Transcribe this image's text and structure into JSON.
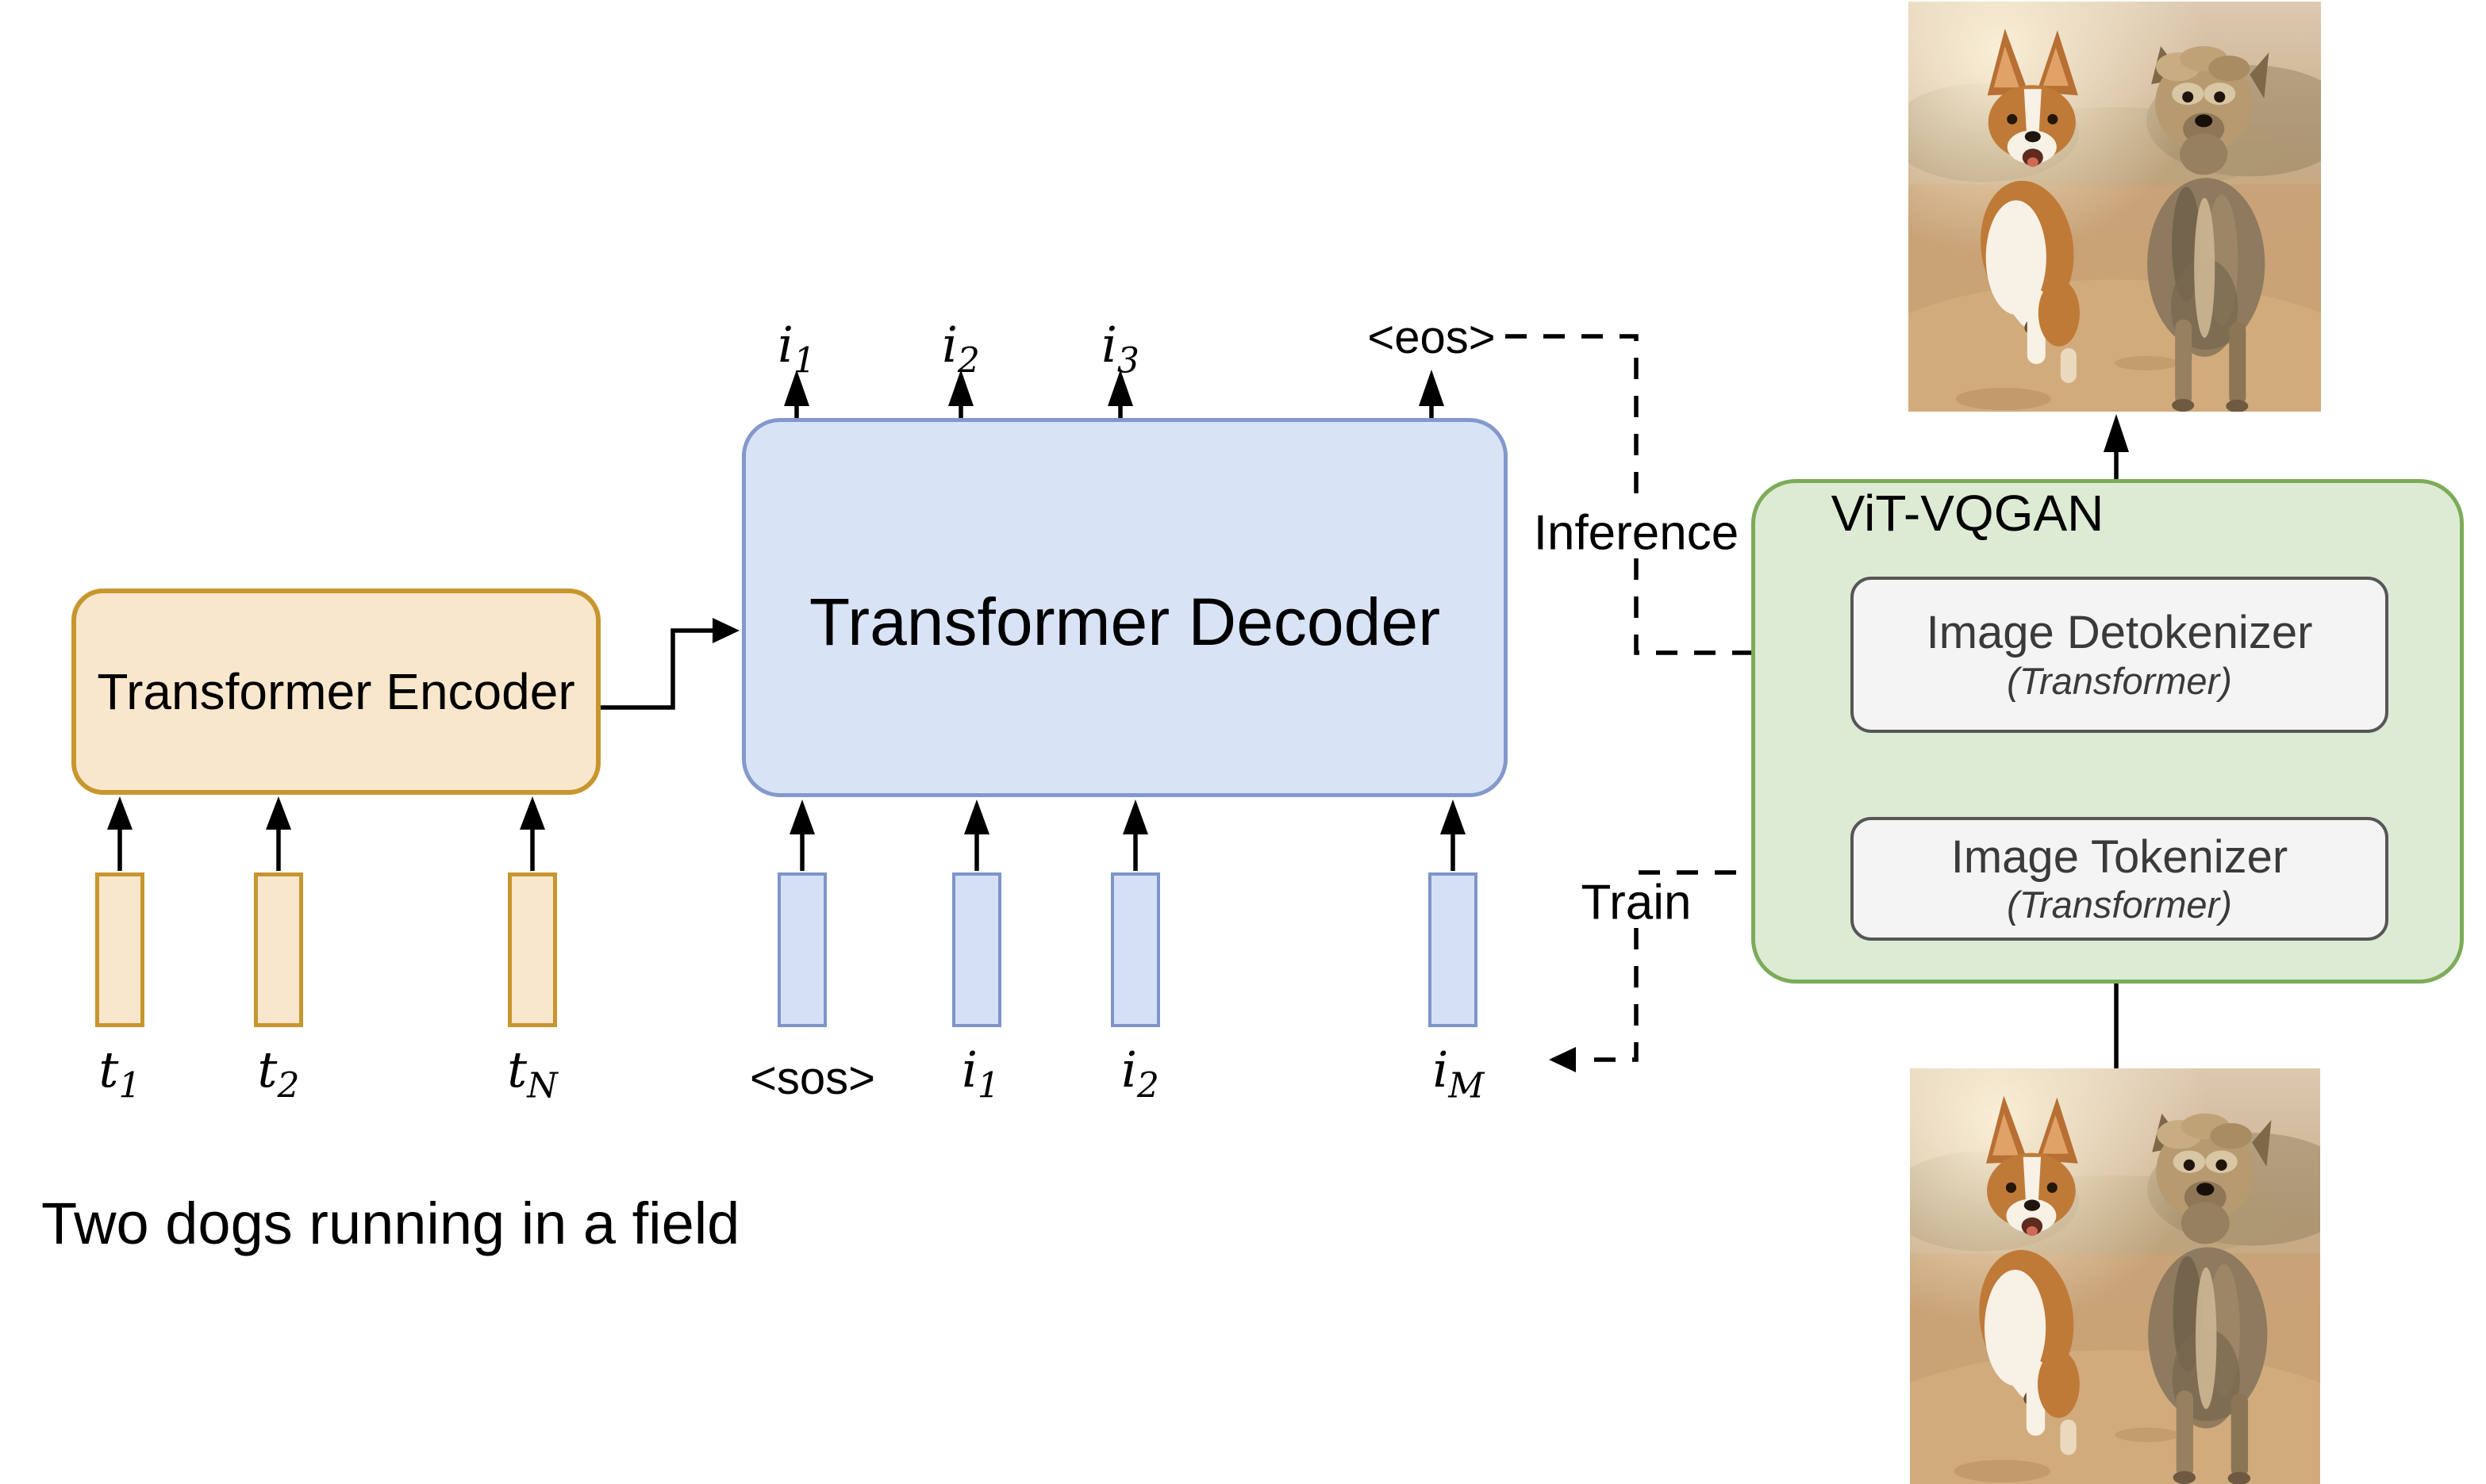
{
  "caption": "Two dogs running in a field",
  "encoder": {
    "label": "Transformer Encoder",
    "tokens": [
      {
        "base": "t",
        "sub": "1"
      },
      {
        "base": "t",
        "sub": "2"
      },
      {
        "base": "t",
        "sub": "N"
      }
    ]
  },
  "decoder": {
    "label": "Transformer Decoder",
    "inputs": {
      "sos": "<sos>",
      "i1": {
        "base": "i",
        "sub": "1"
      },
      "i2": {
        "base": "i",
        "sub": "2"
      },
      "iM": {
        "base": "i",
        "sub": "M"
      }
    },
    "outputs": {
      "i1": {
        "base": "i",
        "sub": "1"
      },
      "i2": {
        "base": "i",
        "sub": "2"
      },
      "i3": {
        "base": "i",
        "sub": "3"
      },
      "eos": "<eos>"
    }
  },
  "flow_labels": {
    "inference": "Inference",
    "train": "Train"
  },
  "vit_vqgan": {
    "title": "ViT-VQGAN",
    "detokenizer": {
      "title": "Image Detokenizer",
      "subtitle": "(Transformer)"
    },
    "tokenizer": {
      "title": "Image Tokenizer",
      "subtitle": "(Transformer)"
    }
  },
  "colors": {
    "encoder_fill": "#F9E7CD",
    "encoder_border": "#C8962F",
    "decoder_fill": "#D9E3F6",
    "decoder_border": "#8398CB",
    "bar_blue_fill": "#D5E0F6",
    "bar_blue_border": "#7D95C7",
    "vqgan_fill": "#DEEBD4",
    "vqgan_border": "#7CAB59",
    "module_fill": "#F4F4F4",
    "module_border": "#565656",
    "module_text": "#3A3A3A",
    "line_color": "#000000"
  }
}
